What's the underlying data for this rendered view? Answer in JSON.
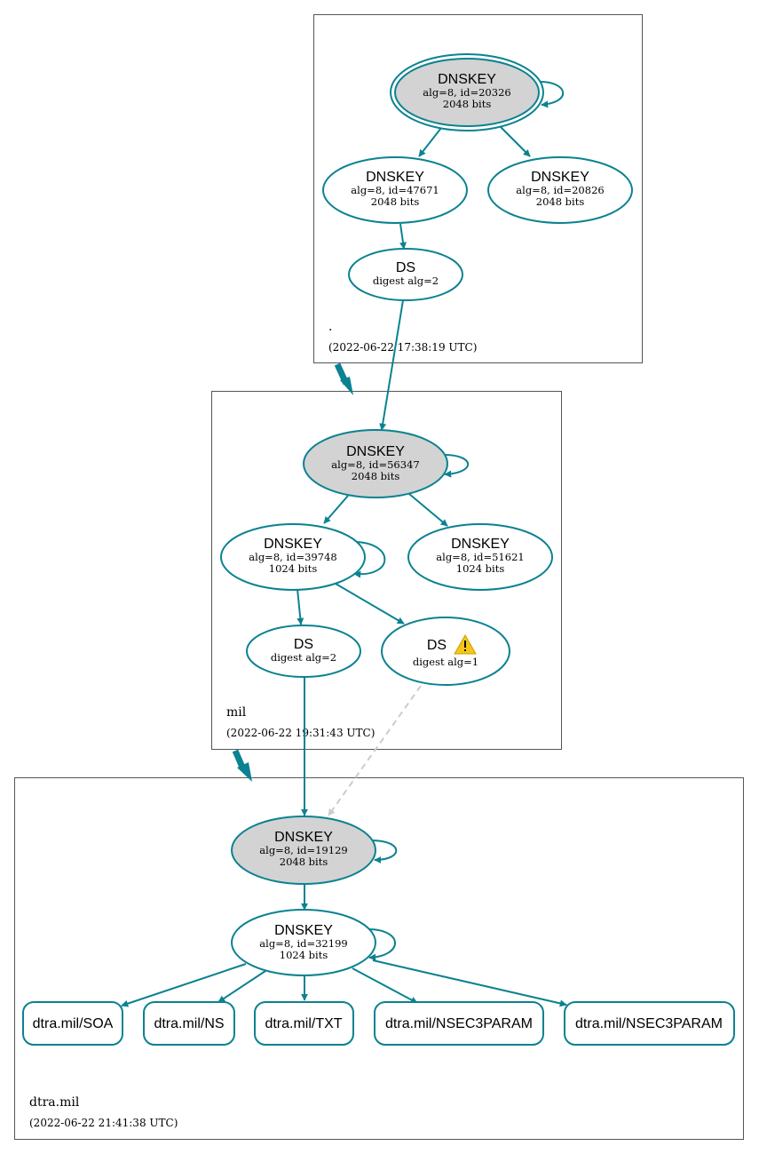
{
  "zones": {
    "root": {
      "name": ".",
      "timestamp": "(2022-06-22 17:38:19 UTC)"
    },
    "mil": {
      "name": "mil",
      "timestamp": "(2022-06-22 19:31:43 UTC)"
    },
    "dtra": {
      "name": "dtra.mil",
      "timestamp": "(2022-06-22 21:41:38 UTC)"
    }
  },
  "nodes": {
    "root_ksk": {
      "title": "DNSKEY",
      "line1": "alg=8, id=20326",
      "line2": "2048 bits"
    },
    "root_zsk1": {
      "title": "DNSKEY",
      "line1": "alg=8, id=47671",
      "line2": "2048 bits"
    },
    "root_zsk2": {
      "title": "DNSKEY",
      "line1": "alg=8, id=20826",
      "line2": "2048 bits"
    },
    "root_ds": {
      "title": "DS",
      "line1": "digest alg=2"
    },
    "mil_ksk": {
      "title": "DNSKEY",
      "line1": "alg=8, id=56347",
      "line2": "2048 bits"
    },
    "mil_zsk1": {
      "title": "DNSKEY",
      "line1": "alg=8, id=39748",
      "line2": "1024 bits"
    },
    "mil_zsk2": {
      "title": "DNSKEY",
      "line1": "alg=8, id=51621",
      "line2": "1024 bits"
    },
    "mil_ds2": {
      "title": "DS",
      "line1": "digest alg=2"
    },
    "mil_ds1": {
      "title": "DS",
      "line1": "digest alg=1",
      "icon": "warning-icon"
    },
    "dtra_ksk": {
      "title": "DNSKEY",
      "line1": "alg=8, id=19129",
      "line2": "2048 bits"
    },
    "dtra_zsk": {
      "title": "DNSKEY",
      "line1": "alg=8, id=32199",
      "line2": "1024 bits"
    }
  },
  "rrsets": [
    "dtra.mil/SOA",
    "dtra.mil/NS",
    "dtra.mil/TXT",
    "dtra.mil/NSEC3PARAM",
    "dtra.mil/NSEC3PARAM"
  ],
  "colors": {
    "edge": "#0a8291",
    "ksk_fill": "#d3d3d3",
    "insecure_edge": "#cccccc",
    "warning": "#f5c518"
  }
}
